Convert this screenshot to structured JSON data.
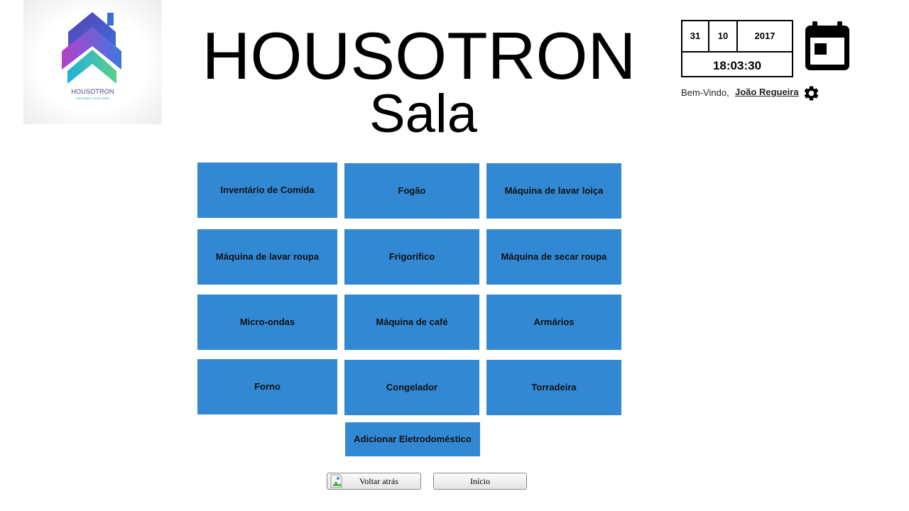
{
  "logo": {
    "word": "HOUSOTRON",
    "tagline": "EMPOWER YOUR HOME"
  },
  "header": {
    "app_title": "HOUSOTRON",
    "page_title": "Sala"
  },
  "datetime": {
    "day": "31",
    "month": "10",
    "year": "2017",
    "time": "18:03:30"
  },
  "user": {
    "welcome": "Bem-Vindo,",
    "name": "João Regueira"
  },
  "icons": {
    "calendar": "calendar-icon",
    "settings": "gear-icon",
    "back_image": "broken-image-icon"
  },
  "colors": {
    "tile": "#3388d3",
    "background": "#ffffff"
  },
  "appliances": [
    "Inventário de Comida",
    "Fogão",
    "Máquina de lavar loiça",
    "Máquina de lavar roupa",
    "Frigorífico",
    "Máquina de secar roupa",
    "Micro-ondas",
    "Máquina de café",
    "Armários",
    "Forno",
    "Congelador",
    "Torradeira"
  ],
  "add_appliance": "Adicionar Eletrodoméstico",
  "nav": {
    "back": "Voltar atrás",
    "home": "Início"
  }
}
